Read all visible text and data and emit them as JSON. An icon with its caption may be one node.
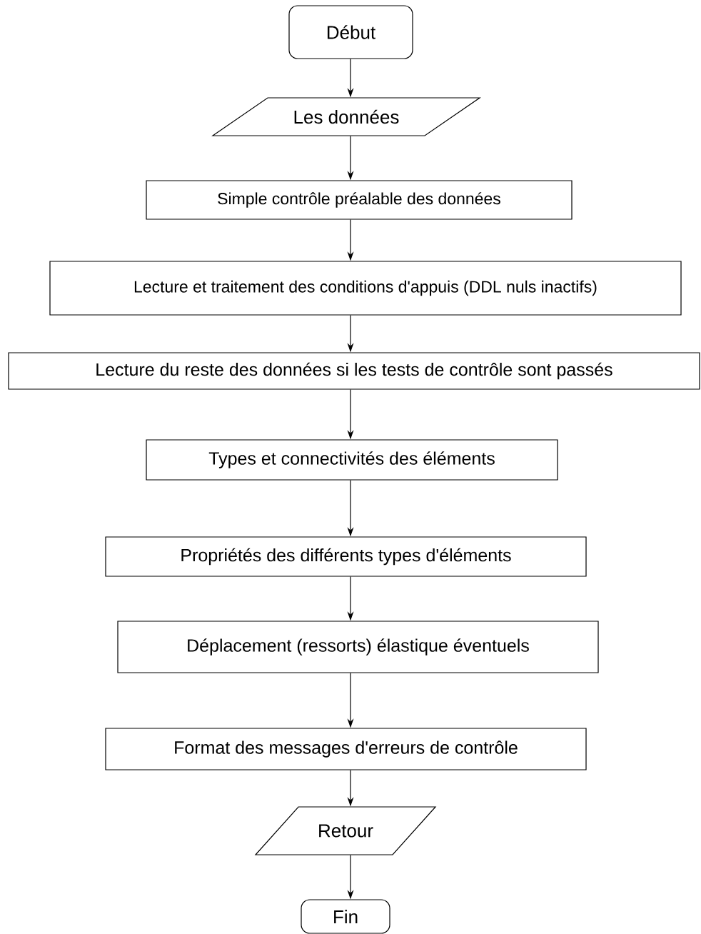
{
  "diagram": {
    "nodes": [
      {
        "text": [
          "Début"
        ]
      },
      {
        "text": [
          "Les données"
        ]
      },
      {
        "text": [
          "Simple contrôle préalable des données"
        ]
      },
      {
        "text": [
          "Lecture et traitement des conditions d'appuis (DDL nuls inactifs)"
        ]
      },
      {
        "text": [
          "Lecture du reste des données si les tests de contrôle sont passés"
        ]
      },
      {
        "text": [
          "Types et connectivités des  éléments"
        ]
      },
      {
        "text": [
          "Propriétés des différents types d'éléments"
        ]
      },
      {
        "text": [
          "Déplacement (ressorts) élastique éventuels"
        ]
      },
      {
        "text": [
          "Format des messages d'erreurs de contrôle"
        ]
      },
      {
        "text": [
          "Retour"
        ]
      },
      {
        "text": [
          "Fin"
        ]
      }
    ],
    "edges": [
      {
        "from": 0,
        "to": 1,
        "arrow": "to"
      },
      {
        "from": 1,
        "to": 2,
        "arrow": "to"
      },
      {
        "from": 2,
        "to": 3,
        "arrow": "to"
      },
      {
        "from": 3,
        "to": 4,
        "arrow": "to"
      },
      {
        "from": 4,
        "to": 5,
        "arrow": "to"
      },
      {
        "from": 5,
        "to": 6,
        "arrow": "to"
      },
      {
        "from": 6,
        "to": 7,
        "arrow": "to"
      },
      {
        "from": 7,
        "to": 8,
        "arrow": "to"
      },
      {
        "from": 8,
        "to": 9,
        "arrow": "to"
      },
      {
        "from": 9,
        "to": 10,
        "arrow": "to"
      }
    ]
  }
}
